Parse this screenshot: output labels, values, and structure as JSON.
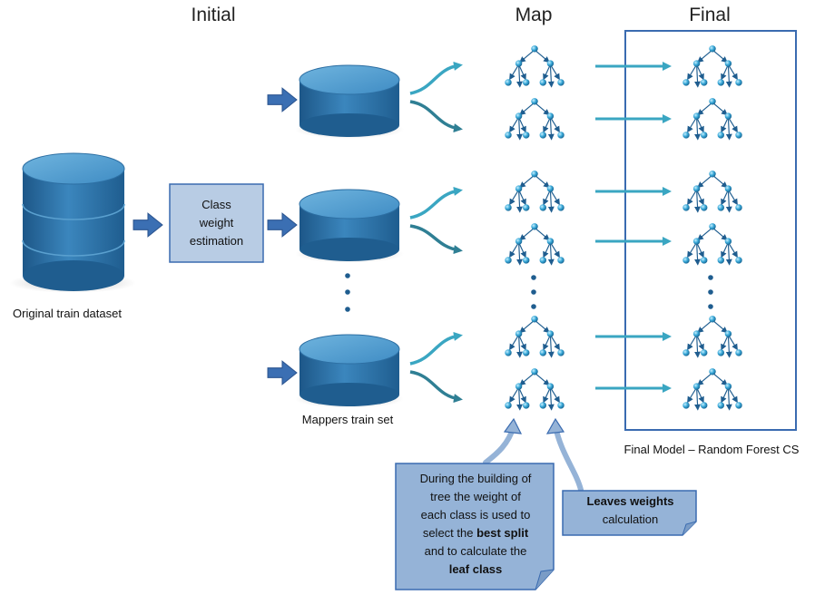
{
  "headers": {
    "initial": "Initial",
    "map": "Map",
    "final": "Final"
  },
  "labels": {
    "original": "Original train dataset",
    "mappers": "Mappers train set",
    "final_model": "Final Model – Random Forest CS"
  },
  "class_weight_box": {
    "line1": "Class",
    "line2": "weight",
    "line3": "estimation"
  },
  "note_split": {
    "l1": "During the building of",
    "l2": "tree the weight of",
    "l3": "each class is used to",
    "l4a": "select the ",
    "l4b": "best split",
    "l5": "and to calculate the",
    "l6": "leaf class"
  },
  "note_leaves": {
    "l1": "Leaves weights",
    "l2": "calculation"
  },
  "colors": {
    "cylinder_dark": "#1f5d8f",
    "cylinder_light": "#5aa0cf",
    "arrow_blue": "#3b6fb3",
    "arrow_teal": "#3aa6c2",
    "box_fill": "#b8cce4",
    "note_fill": "#95b3d7",
    "frame": "#3a6bb0"
  }
}
